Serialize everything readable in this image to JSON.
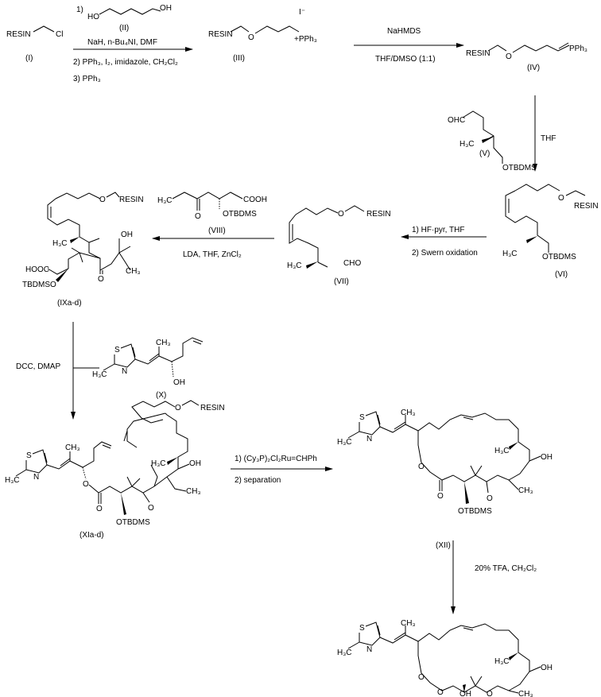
{
  "atoms": {
    "S": "S",
    "N": "N",
    "O": "O",
    "OH": "OH",
    "HO": "HO",
    "Cl": "Cl",
    "H3C": "H₃C",
    "CH3": "CH₃",
    "RESIN": "RESIN",
    "OTBDMS": "OTBDMS",
    "TBDMSO": "TBDMSO",
    "COOH": "COOH",
    "HOOC": "HOOC",
    "CHO": "CHO",
    "OHC": "OHC",
    "PPh3_plus": "+PPh₃",
    "PPh3_ylide": "PPh₃",
    "iodide": "I⁻"
  },
  "compounds": {
    "I": "(I)",
    "II": "(II)",
    "III": "(III)",
    "IV": "(IV)",
    "V": "(V)",
    "VI": "(VI)",
    "VII": "(VII)",
    "VIII": "(VIII)",
    "IX": "(IXa-d)",
    "X": "(X)",
    "XI": "(XIa-d)",
    "XII": "(XII)"
  },
  "steps": {
    "s1_a": "1)",
    "s1_b": "NaH, n-Bu₄NI, DMF",
    "s1_c": "2) PPh₃, I₂, imidazole, CH₂Cl₂",
    "s1_d": "3) PPh₃",
    "s2_a": "NaHMDS",
    "s2_b": "THF/DMSO (1:1)",
    "s3": "THF",
    "s4_a": "1) HF·pyr, THF",
    "s4_b": "2) Swern oxidation",
    "s5": "LDA, THF, ZnCl₂",
    "s6": "DCC, DMAP",
    "s7_a": "1) (Cy₃P)₂Cl₂Ru=CHPh",
    "s7_b": "2) separation",
    "s8": "20% TFA, CH₂Cl₂"
  }
}
